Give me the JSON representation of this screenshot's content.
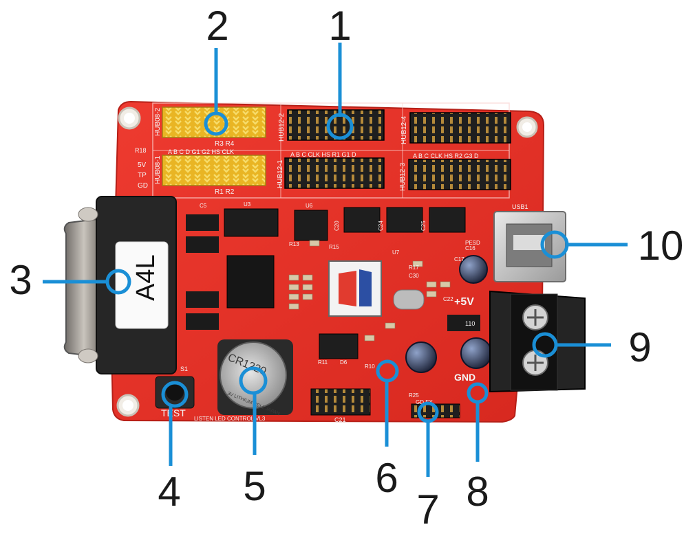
{
  "board": {
    "model_label": "A4L",
    "battery_label": "CR1220",
    "battery_subtext": "3V LITHIUM CELL JAPAN",
    "silkscreen": {
      "hub08_top": "HUB08-2",
      "hub08_bottom": "HUB08-1",
      "hub12_1": "HUB12-1",
      "hub12_2": "HUB12-2",
      "hub12_3": "HUB12-3",
      "hub12_4": "HUB12-4",
      "r3r4": "R3  R4",
      "r1r2": "R1  R2",
      "hub08_pins": "A  B  C  D  G1 G2 HS CLK",
      "hub12_pins_1": "A  B  C  CLK HS R1 G1  D",
      "hub12_pins_3": "A  B  C  CLK HS R2 G3  D",
      "pwr_5v": "5V",
      "pwr_tp": "TP",
      "pwr_gd": "GD",
      "r18": "R18",
      "usb": "USB1",
      "plus5v": "+5V",
      "gnd": "GND",
      "test": "TEST",
      "s1": "S1",
      "u3": "U3",
      "u6": "U6",
      "c21": "C21",
      "c16": "C16",
      "c17": "C17",
      "pesd": "PESD",
      "d6": "D6",
      "r11": "R11",
      "r10": "R10",
      "r13": "R13",
      "r15": "R15",
      "c20": "C20",
      "c24": "C24",
      "c25": "C25",
      "c5": "C5",
      "u7": "U7",
      "r17": "R17",
      "c30": "C30",
      "c22": "C22",
      "r25": "R25",
      "gdex": "GD EX",
      "val_110": "110",
      "bottom_text": "LISTEN LED CONTROL  VL3"
    }
  },
  "callouts": [
    {
      "id": 1,
      "label": "1"
    },
    {
      "id": 2,
      "label": "2"
    },
    {
      "id": 3,
      "label": "3"
    },
    {
      "id": 4,
      "label": "4"
    },
    {
      "id": 5,
      "label": "5"
    },
    {
      "id": 6,
      "label": "6"
    },
    {
      "id": 7,
      "label": "7"
    },
    {
      "id": 8,
      "label": "8"
    },
    {
      "id": 9,
      "label": "9"
    },
    {
      "id": 10,
      "label": "10"
    }
  ],
  "colors": {
    "pcb": "#e8332a",
    "pcb_dark": "#c42018",
    "callout": "#1a8fd6",
    "header_yellow": "#f2c12e",
    "header_black": "#1c1c1c",
    "text": "#1a1a1a"
  }
}
